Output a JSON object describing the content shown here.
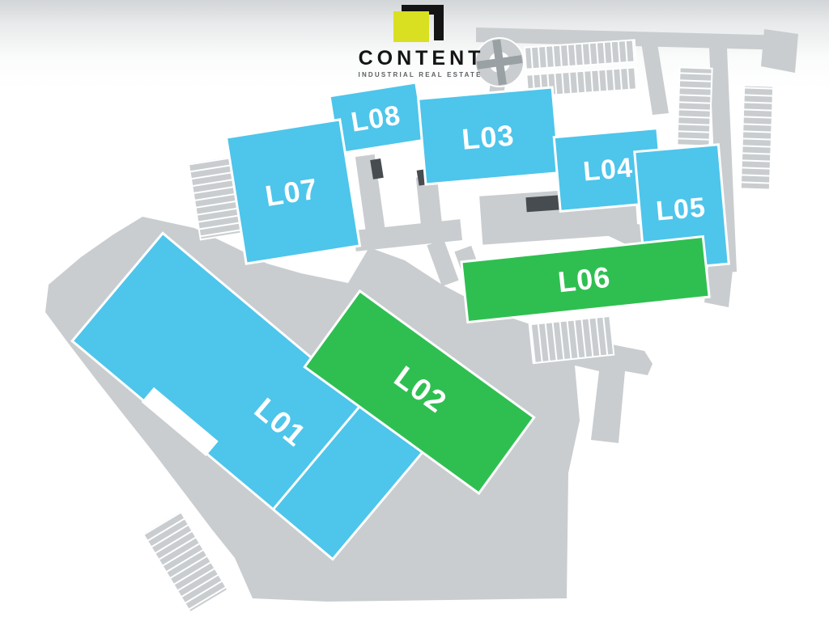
{
  "brand": {
    "name": "CONTENT",
    "tagline": "INDUSTRIAL REAL ESTATE"
  },
  "colors": {
    "building_blue": "#4ec5eb",
    "building_green": "#2fbf51",
    "road": "#c9cdcf",
    "dock": "#464c50",
    "cross": "#9aa1a5",
    "logo_yellow": "#d9e021",
    "logo_black": "#141414"
  },
  "buildings": [
    {
      "id": "L08",
      "label": "L08",
      "fill": "#4ec5eb"
    },
    {
      "id": "L03",
      "label": "L03",
      "fill": "#4ec5eb"
    },
    {
      "id": "L04",
      "label": "L04",
      "fill": "#4ec5eb"
    },
    {
      "id": "L05",
      "label": "L05",
      "fill": "#4ec5eb"
    },
    {
      "id": "L07",
      "label": "L07",
      "fill": "#4ec5eb"
    },
    {
      "id": "L06",
      "label": "L06",
      "fill": "#2fbf51"
    },
    {
      "id": "L01",
      "label": "L01",
      "fill": "#4ec5eb"
    },
    {
      "id": "L02",
      "label": "L02",
      "fill": "#2fbf51"
    }
  ]
}
